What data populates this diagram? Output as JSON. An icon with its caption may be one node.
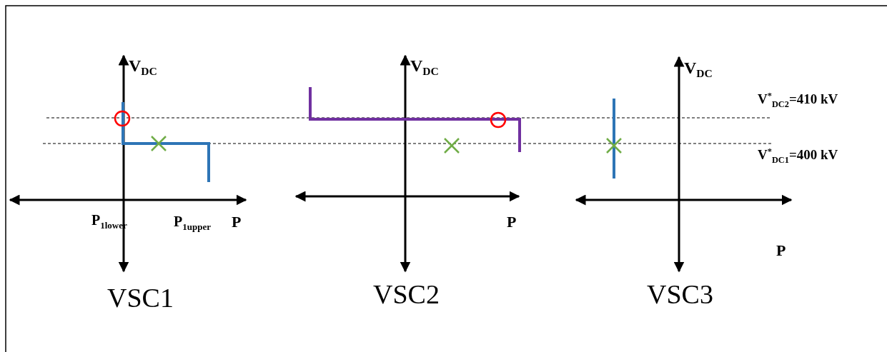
{
  "diagram": {
    "labels": [
      "V$_{DC}$",
      "V$_{DC}$",
      "V$_{DC}$",
      "V$^{*}$$_{DC2}$=410 kV",
      "V$^{*}$$_{DC1}$=400 kV",
      "P$_{1lower}$",
      "P$_{1upper}$",
      "P",
      "P",
      "P",
      "VSC1",
      "VSC2",
      "VSC3"
    ]
  }
}
